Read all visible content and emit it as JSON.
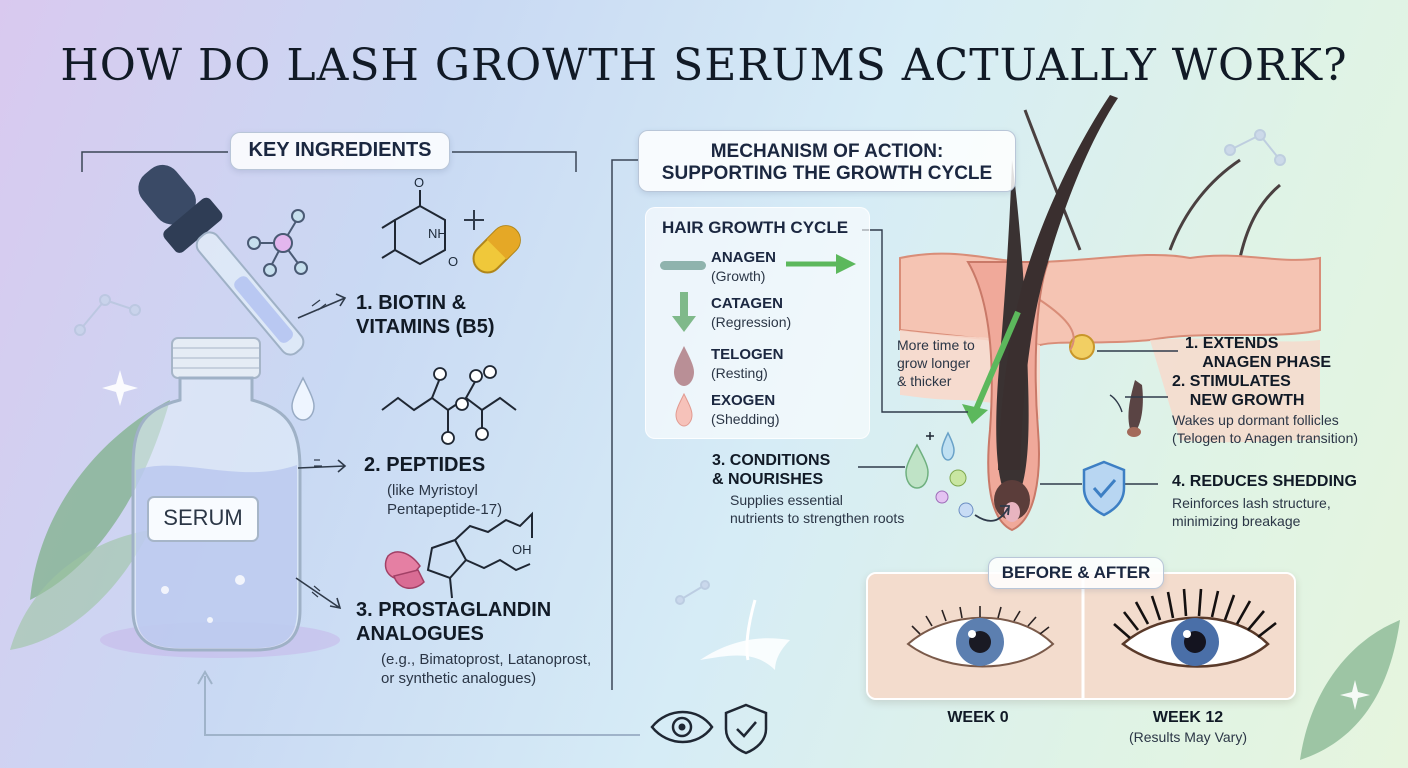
{
  "title": "HOW DO LASH GROWTH SERUMS ACTUALLY WORK?",
  "ingredients": {
    "heading": "KEY INGREDIENTS",
    "bottle_label": "SERUM",
    "items": [
      {
        "title": "1. BIOTIN &\nVITAMINS (B5)",
        "sub": ""
      },
      {
        "title": "2. PEPTIDES",
        "sub": "(like Myristoyl\nPentapeptide-17)"
      },
      {
        "title": "3. PROSTAGLANDIN\nANALOGUES",
        "sub": "(e.g., Bimatoprost, Latanoprost,\nor synthetic analogues)"
      }
    ],
    "molecule_labels": [
      "NH",
      "O",
      "O",
      "OH"
    ]
  },
  "mechanism": {
    "heading_line1": "MECHANISM OF ACTION:",
    "heading_line2": "SUPPORTING THE GROWTH CYCLE"
  },
  "cycle": {
    "heading": "HAIR GROWTH CYCLE",
    "phases": [
      {
        "name": "ANAGEN",
        "sub": "(Growth)",
        "color": "#8fb3ad"
      },
      {
        "name": "CATAGEN",
        "sub": "(Regression)",
        "color": "#7fb98a"
      },
      {
        "name": "TELOGEN",
        "sub": "(Resting)",
        "color": "#b98f96"
      },
      {
        "name": "EXOGEN",
        "sub": "(Shedding)",
        "color": "#f1b3aa"
      }
    ]
  },
  "annotations": {
    "more_time": "More time to\ngrow longer\n& thicker",
    "effects": [
      {
        "title": "1. EXTENDS\n    ANAGEN PHASE",
        "sub": ""
      },
      {
        "title": "2. STIMULATES\n    NEW GROWTH",
        "sub": "Wakes up dormant follicles\n(Telogen to Anagen transition)"
      },
      {
        "title": "3. CONDITIONS\n& NOURISHES",
        "sub": "Supplies essential\nnutrients to strengthen roots"
      },
      {
        "title": "4. REDUCES SHEDDING",
        "sub": "Reinforces lash structure,\nminimizing breakage"
      }
    ]
  },
  "before_after": {
    "heading": "BEFORE & AFTER",
    "before_label": "WEEK 0",
    "after_label": "WEEK 12",
    "note": "(Results May Vary)"
  },
  "colors": {
    "arrow_green": "#5cb85c",
    "shield_blue": "#3d7fc4",
    "skin": "#f3b9a8",
    "hair": "#2e2a2a"
  }
}
